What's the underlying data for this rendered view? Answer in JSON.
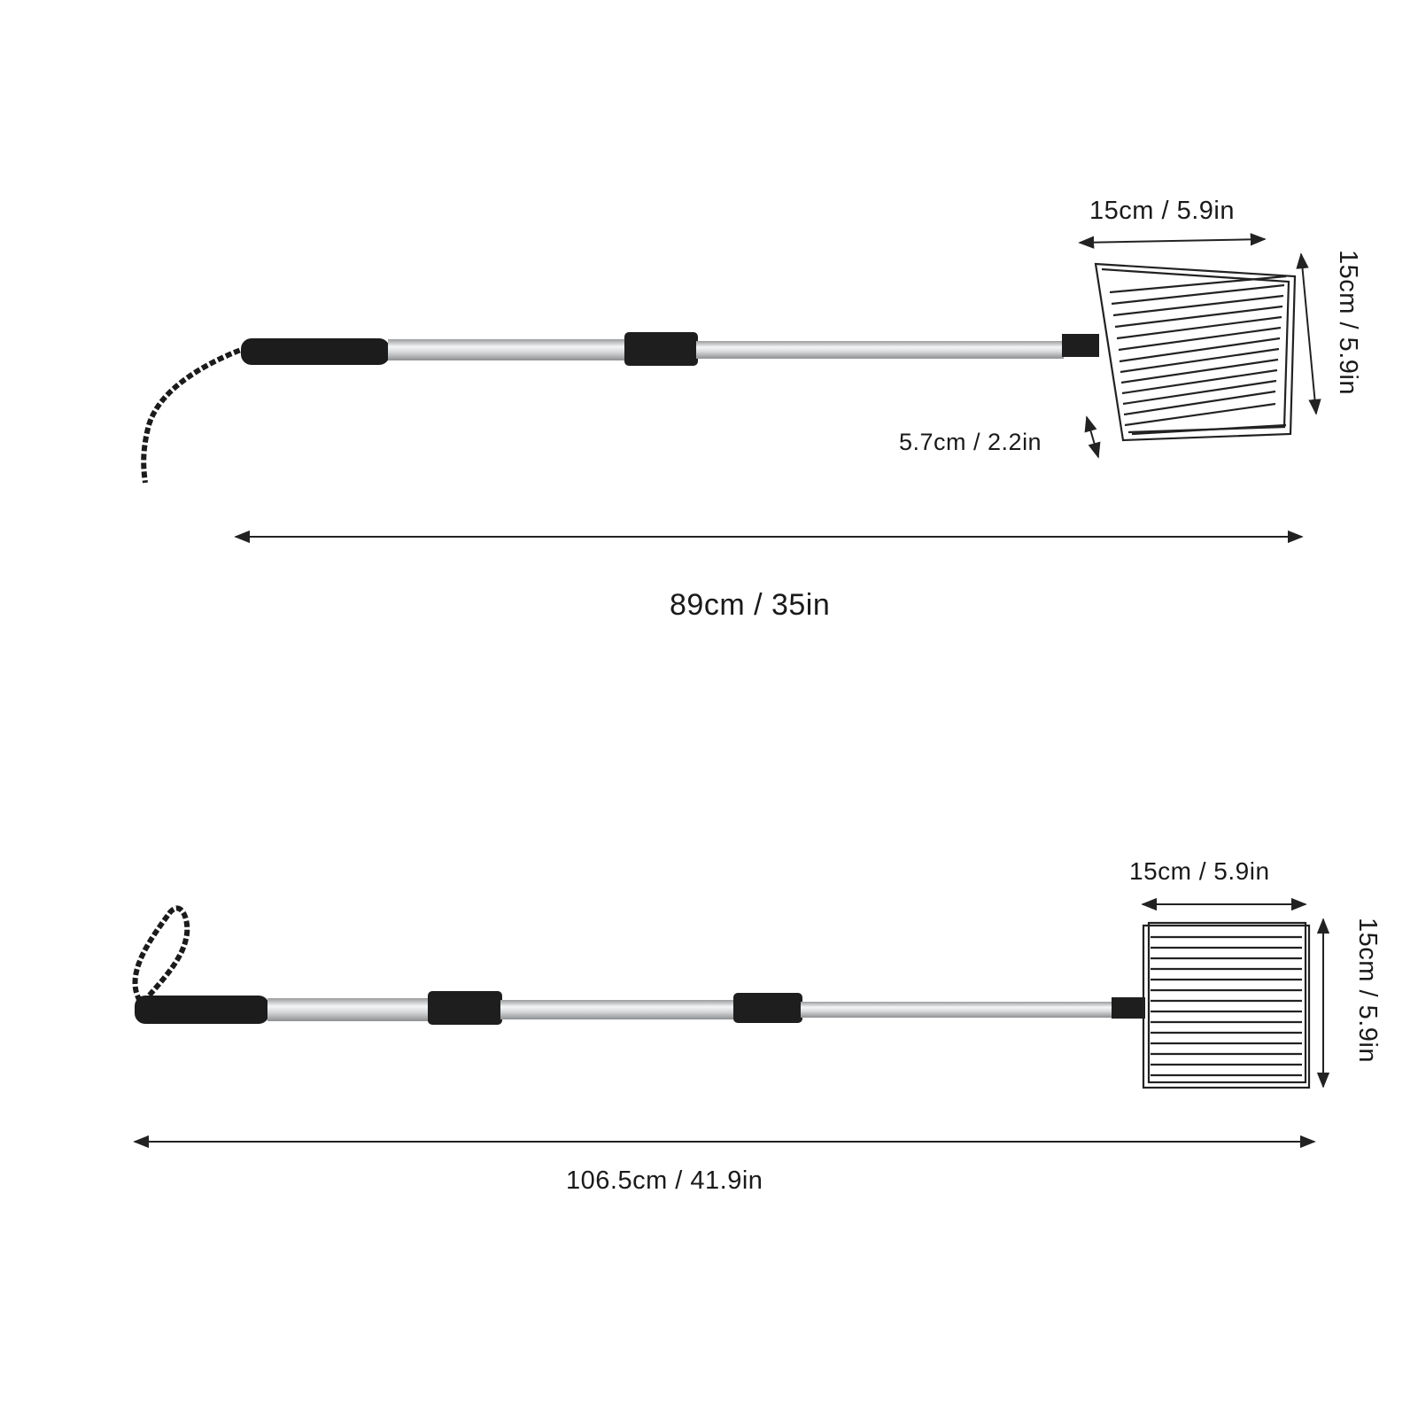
{
  "collapsed": {
    "head_width": "15cm / 5.9in",
    "head_height": "15cm / 5.9in",
    "head_depth": "5.7cm / 2.2in",
    "total_length": "89cm / 35in"
  },
  "extended": {
    "head_width": "15cm / 5.9in",
    "head_height": "15cm / 5.9in",
    "total_length": "106.5cm / 41.9in"
  },
  "colors": {
    "handle": "#1c1c1c",
    "pole": "#c9cbcd",
    "wire": "#222222",
    "dimension_line": "#222222"
  }
}
